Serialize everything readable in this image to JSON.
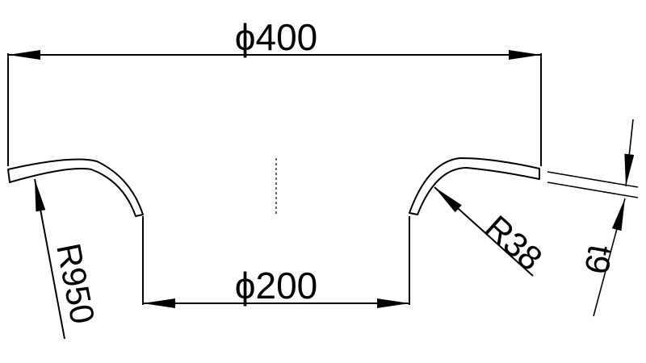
{
  "dimensions": {
    "outer_diameter": "ϕ400",
    "inner_diameter": "ϕ200",
    "flange_radius": "R950",
    "bend_radius": "R38",
    "thickness": "t9"
  },
  "colors": {
    "line": "#000000",
    "background": "#ffffff"
  }
}
